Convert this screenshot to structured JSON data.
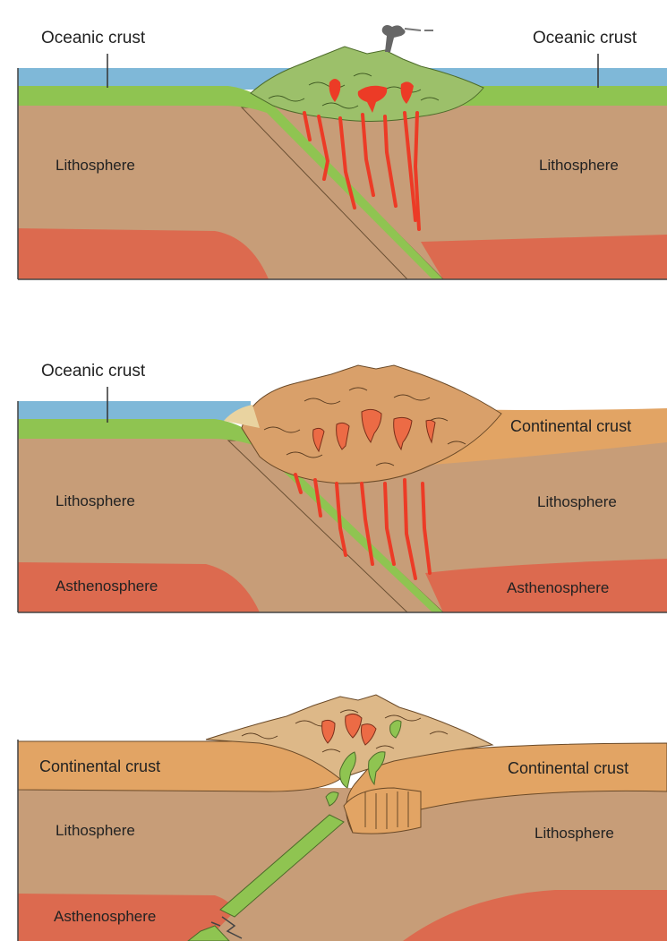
{
  "panels": [
    {
      "labels": {
        "oceanic_left": "Oceanic crust",
        "oceanic_right": "Oceanic crust",
        "litho_left": "Lithosphere",
        "litho_right": "Lithosphere"
      }
    },
    {
      "labels": {
        "oceanic_left": "Oceanic crust",
        "continental_right": "Continental crust",
        "litho_left": "Lithosphere",
        "litho_right": "Lithosphere",
        "astheno_left": "Asthenosphere",
        "astheno_right": "Asthenosphere"
      }
    },
    {
      "labels": {
        "continental_left": "Continental crust",
        "continental_right": "Continental crust",
        "litho_left": "Lithosphere",
        "litho_right": "Lithosphere",
        "astheno_left": "Asthenosphere"
      }
    }
  ],
  "colors": {
    "ocean": "#7fb8d8",
    "oceanic_crust": "#8fc451",
    "lithosphere": "#c79d78",
    "asthenosphere": "#dc6a4f",
    "continental_crust": "#e2a464",
    "volcanic_arc": "#9cc06a",
    "magma": "#ec3b26"
  }
}
